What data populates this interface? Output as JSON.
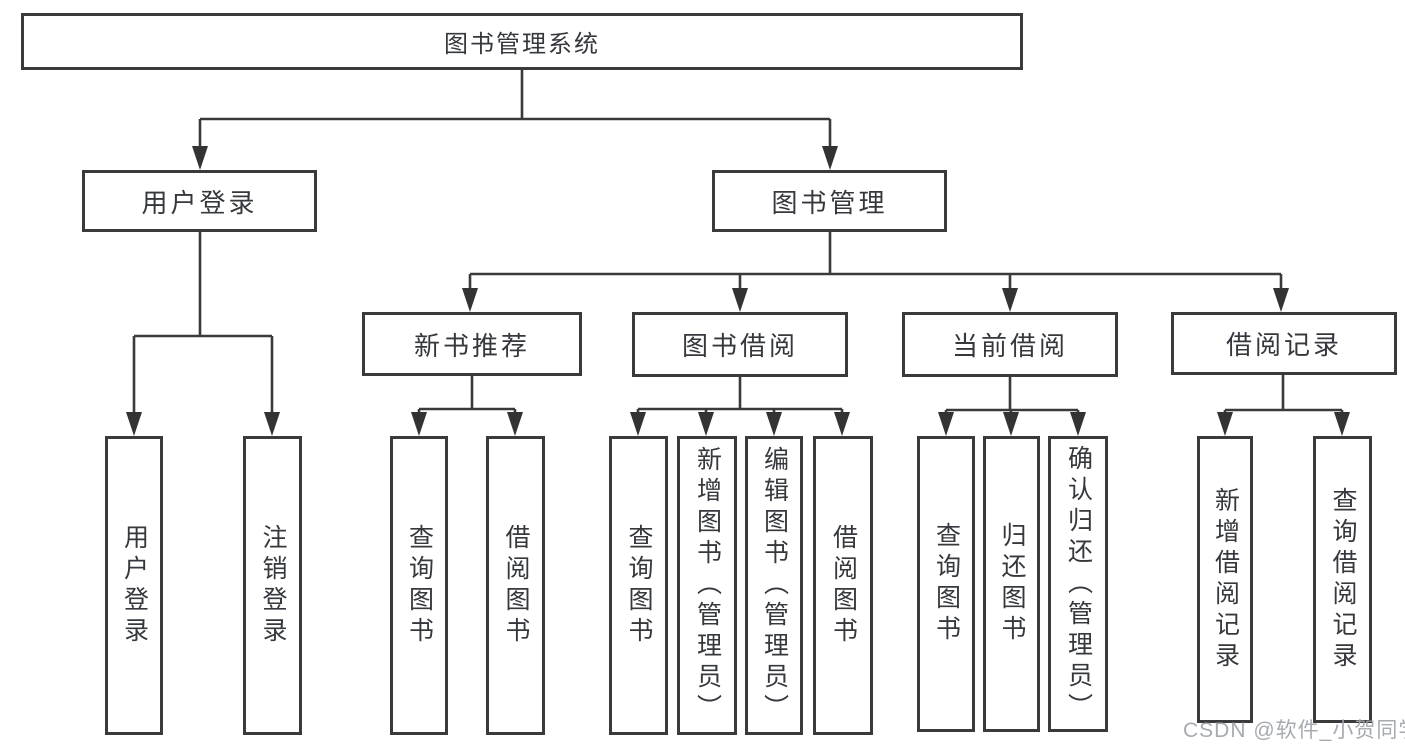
{
  "tree": {
    "root": {
      "label": "图书管理系统"
    },
    "branches": [
      {
        "label": "用户登录",
        "children": [
          {
            "label": "用户登录"
          },
          {
            "label": "注销登录"
          }
        ]
      },
      {
        "label": "图书管理",
        "children": [
          {
            "label": "新书推荐",
            "children": [
              {
                "label": "查询图书"
              },
              {
                "label": "借阅图书"
              }
            ]
          },
          {
            "label": "图书借阅",
            "children": [
              {
                "label": "查询图书"
              },
              {
                "label": "新增图书（管理员）"
              },
              {
                "label": "编辑图书（管理员）"
              },
              {
                "label": "借阅图书"
              }
            ]
          },
          {
            "label": "当前借阅",
            "children": [
              {
                "label": "查询图书"
              },
              {
                "label": "归还图书"
              },
              {
                "label": "确认归还（管理员）"
              }
            ]
          },
          {
            "label": "借阅记录",
            "children": [
              {
                "label": "新增借阅记录"
              },
              {
                "label": "查询借阅记录"
              }
            ]
          }
        ]
      }
    ]
  },
  "watermark": "CSDN @软件_小贺同学",
  "colors": {
    "line": "#3a3a3a",
    "arrow": "#333333",
    "text": "#35383d",
    "watermark": "#9ea3aa",
    "background": "#ffffff"
  }
}
